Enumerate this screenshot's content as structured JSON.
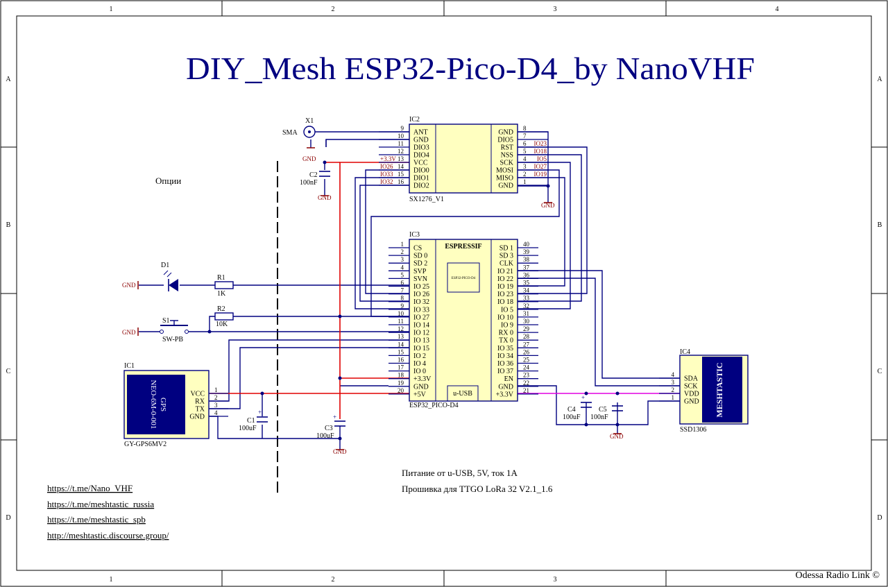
{
  "title": "DIY_Mesh ESP32-Pico-D4_by NanoVHF",
  "options_label": "Опции",
  "footer_credit": "Odessa Radio Link ©",
  "notes": [
    "Питание от u-USB, 5V, ток 1A",
    "Прошивка для TTGO LoRa 32 V2.1_1.6"
  ],
  "links": [
    "https://t.me/Nano_VHF",
    "https://t.me/meshtastic_russia",
    "https://t.me/meshtastic_spb",
    "http://meshtastic.discourse.group/"
  ],
  "frame": {
    "columns": [
      "1",
      "2",
      "3",
      "4"
    ],
    "rows": [
      "A",
      "B",
      "C",
      "D"
    ]
  },
  "components": {
    "x1": {
      "ref": "X1",
      "name": "SMA",
      "net": "GND"
    },
    "ic2": {
      "ref": "IC2",
      "name": "SX1276_V1",
      "left_pins": [
        {
          "num": "9",
          "name": "ANT",
          "net": ""
        },
        {
          "num": "10",
          "name": "GND",
          "net": ""
        },
        {
          "num": "11",
          "name": "DIO3",
          "net": ""
        },
        {
          "num": "12",
          "name": "DIO4",
          "net": ""
        },
        {
          "num": "13",
          "name": "VCC",
          "net": "+3.3V"
        },
        {
          "num": "14",
          "name": "DIO0",
          "net": "IO26"
        },
        {
          "num": "15",
          "name": "DIO1",
          "net": "IO33"
        },
        {
          "num": "16",
          "name": "DIO2",
          "net": "IO32"
        }
      ],
      "right_pins": [
        {
          "num": "8",
          "name": "GND",
          "net": ""
        },
        {
          "num": "7",
          "name": "DIO5",
          "net": ""
        },
        {
          "num": "6",
          "name": "RST",
          "net": "IO23"
        },
        {
          "num": "5",
          "name": "NSS",
          "net": "IO18"
        },
        {
          "num": "4",
          "name": "SCK",
          "net": "IO5"
        },
        {
          "num": "3",
          "name": "MOSI",
          "net": "IO27"
        },
        {
          "num": "2",
          "name": "MISO",
          "net": "IO19"
        },
        {
          "num": "1",
          "name": "GND",
          "net": ""
        }
      ]
    },
    "c2": {
      "ref": "C2",
      "value": "100nF",
      "net": "GND"
    },
    "ic3": {
      "ref": "IC3",
      "name": "ESP32_PICO-D4",
      "brand": "ESPRESSIF",
      "chip": "ESP32-PICO-D4",
      "usb": "u-USB",
      "left_pins": [
        {
          "num": "1",
          "name": "CS"
        },
        {
          "num": "2",
          "name": "SD 0"
        },
        {
          "num": "3",
          "name": "SD 2"
        },
        {
          "num": "4",
          "name": "SVP"
        },
        {
          "num": "5",
          "name": "SVN"
        },
        {
          "num": "6",
          "name": "IO 25"
        },
        {
          "num": "7",
          "name": "IO 26"
        },
        {
          "num": "8",
          "name": "IO 32"
        },
        {
          "num": "9",
          "name": "IO 33"
        },
        {
          "num": "10",
          "name": "IO 27"
        },
        {
          "num": "11",
          "name": "IO 14"
        },
        {
          "num": "12",
          "name": "IO 12"
        },
        {
          "num": "13",
          "name": "IO 13"
        },
        {
          "num": "14",
          "name": "IO 15"
        },
        {
          "num": "15",
          "name": "IO 2"
        },
        {
          "num": "16",
          "name": "IO 4"
        },
        {
          "num": "17",
          "name": "IO 0"
        },
        {
          "num": "18",
          "name": "+3.3V"
        },
        {
          "num": "19",
          "name": "GND"
        },
        {
          "num": "20",
          "name": "+5V"
        }
      ],
      "right_pins": [
        {
          "num": "40",
          "name": "SD 1"
        },
        {
          "num": "39",
          "name": "SD 3"
        },
        {
          "num": "38",
          "name": "CLK"
        },
        {
          "num": "37",
          "name": "IO 21"
        },
        {
          "num": "36",
          "name": "IO 22"
        },
        {
          "num": "35",
          "name": "IO 19"
        },
        {
          "num": "34",
          "name": "IO 23"
        },
        {
          "num": "33",
          "name": "IO 18"
        },
        {
          "num": "32",
          "name": "IO 5"
        },
        {
          "num": "31",
          "name": "IO 10"
        },
        {
          "num": "30",
          "name": "IO 9"
        },
        {
          "num": "29",
          "name": "RX 0"
        },
        {
          "num": "28",
          "name": "TX 0"
        },
        {
          "num": "27",
          "name": "IO 35"
        },
        {
          "num": "26",
          "name": "IO 34"
        },
        {
          "num": "25",
          "name": "IO 36"
        },
        {
          "num": "24",
          "name": "IO 37"
        },
        {
          "num": "23",
          "name": "EN"
        },
        {
          "num": "22",
          "name": "GND"
        },
        {
          "num": "21",
          "name": "+3.3V"
        }
      ]
    },
    "d1": {
      "ref": "D1",
      "net": "GND"
    },
    "r1": {
      "ref": "R1",
      "value": "1K"
    },
    "r2": {
      "ref": "R2",
      "value": "10K"
    },
    "s1": {
      "ref": "S1",
      "name": "SW-PB",
      "net": "GND"
    },
    "ic1": {
      "ref": "IC1",
      "name": "GY-GPS6MV2",
      "module_line1": "GPS",
      "module_line2": "NEO-6M-0-001",
      "pins": [
        {
          "num": "1",
          "name": "VCC"
        },
        {
          "num": "2",
          "name": "RX"
        },
        {
          "num": "3",
          "name": "TX"
        },
        {
          "num": "4",
          "name": "GND"
        }
      ]
    },
    "c1": {
      "ref": "C1",
      "value": "100uF"
    },
    "c3": {
      "ref": "C3",
      "value": "100uF",
      "net": "GND"
    },
    "ic4": {
      "ref": "IC4",
      "name": "SSD1306",
      "screen": "MESHTASTIC",
      "pins": [
        {
          "num": "4",
          "name": "SDA"
        },
        {
          "num": "3",
          "name": "SCK"
        },
        {
          "num": "2",
          "name": "VDD"
        },
        {
          "num": "1",
          "name": "GND"
        }
      ]
    },
    "c4": {
      "ref": "C4",
      "value": "100uF"
    },
    "c5": {
      "ref": "C5",
      "value": "100nF",
      "net": "GND"
    }
  },
  "colors": {
    "wire": "#000080",
    "power_wire": "#e00000",
    "i2c_vdd_wire": "#e000e0",
    "body_fill": "#ffffc0",
    "net_label": "#8b0000",
    "frame": "#000000",
    "gps_module": "#000080"
  }
}
